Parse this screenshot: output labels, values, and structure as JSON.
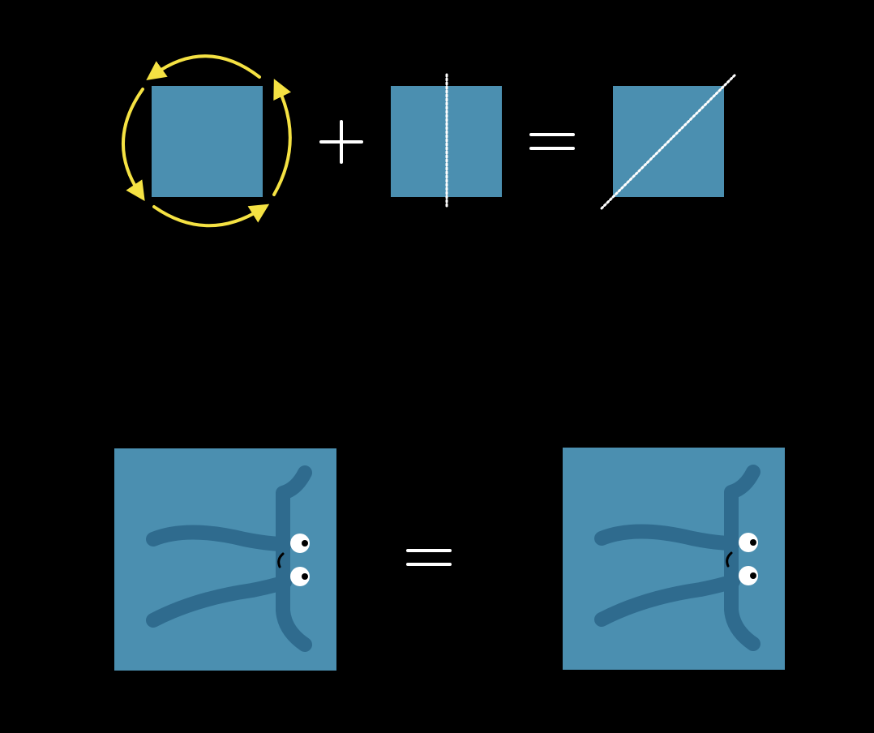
{
  "colors": {
    "background": "#000000",
    "square_fill": "#4b8fb0",
    "pi_stroke": "#2f6b8e",
    "arrow": "#f5e243",
    "symbol": "#ffffff",
    "dotted_line": "#ffffff",
    "eye_white": "#ffffff",
    "pupil": "#000000"
  },
  "top_row": {
    "rotation_square": {
      "arrows": 4,
      "icon": "rotation-arrows-icon"
    },
    "operator_plus": "plus",
    "reflection_vertical": {
      "axis": "vertical",
      "icon": "vertical-reflection-axis"
    },
    "operator_equals": "equals",
    "reflection_diagonal": {
      "axis": "diagonal",
      "icon": "diagonal-reflection-axis"
    }
  },
  "bottom_row": {
    "left_square": {
      "character": "pi",
      "icon": "pi-character-icon",
      "eyes": 2
    },
    "operator_equals": "equals",
    "right_square": {
      "character": "pi",
      "icon": "pi-character-icon",
      "eyes": 2
    }
  }
}
